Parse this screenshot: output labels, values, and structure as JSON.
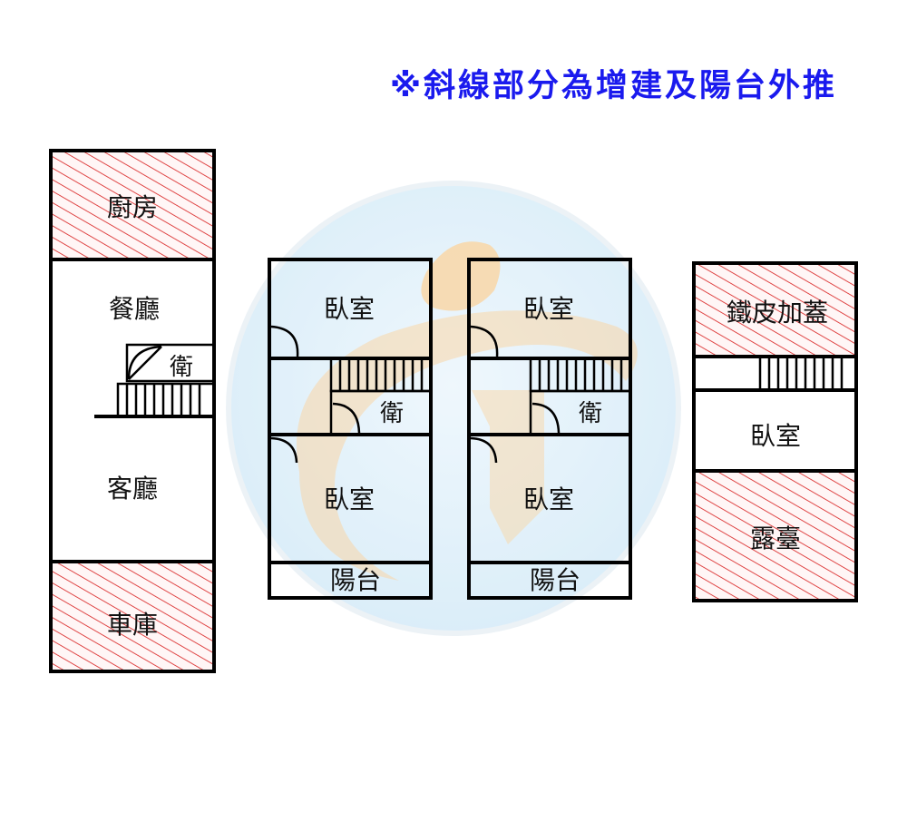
{
  "note": {
    "text": "※斜線部分為增建及陽台外推",
    "color": "#1a1aee"
  },
  "colors": {
    "hatch": "#d81b1b",
    "hatch_bg": "#fff6f6",
    "wall": "#000000",
    "watermark_blue": "#cfe8f7",
    "watermark_orange": "#f7c98a"
  },
  "floor1": {
    "kitchen": "廚房",
    "dining": "餐廳",
    "bath": "衛",
    "living": "客廳",
    "garage": "車庫"
  },
  "floor2": {
    "bedroom_front": "臥室",
    "bath": "衛",
    "bedroom_back": "臥室",
    "balcony": "陽台"
  },
  "floor3": {
    "bedroom_front": "臥室",
    "bath": "衛",
    "bedroom_back": "臥室",
    "balcony": "陽台"
  },
  "floor4": {
    "iron_addition": "鐵皮加蓋",
    "bedroom": "臥室",
    "terrace": "露臺"
  }
}
